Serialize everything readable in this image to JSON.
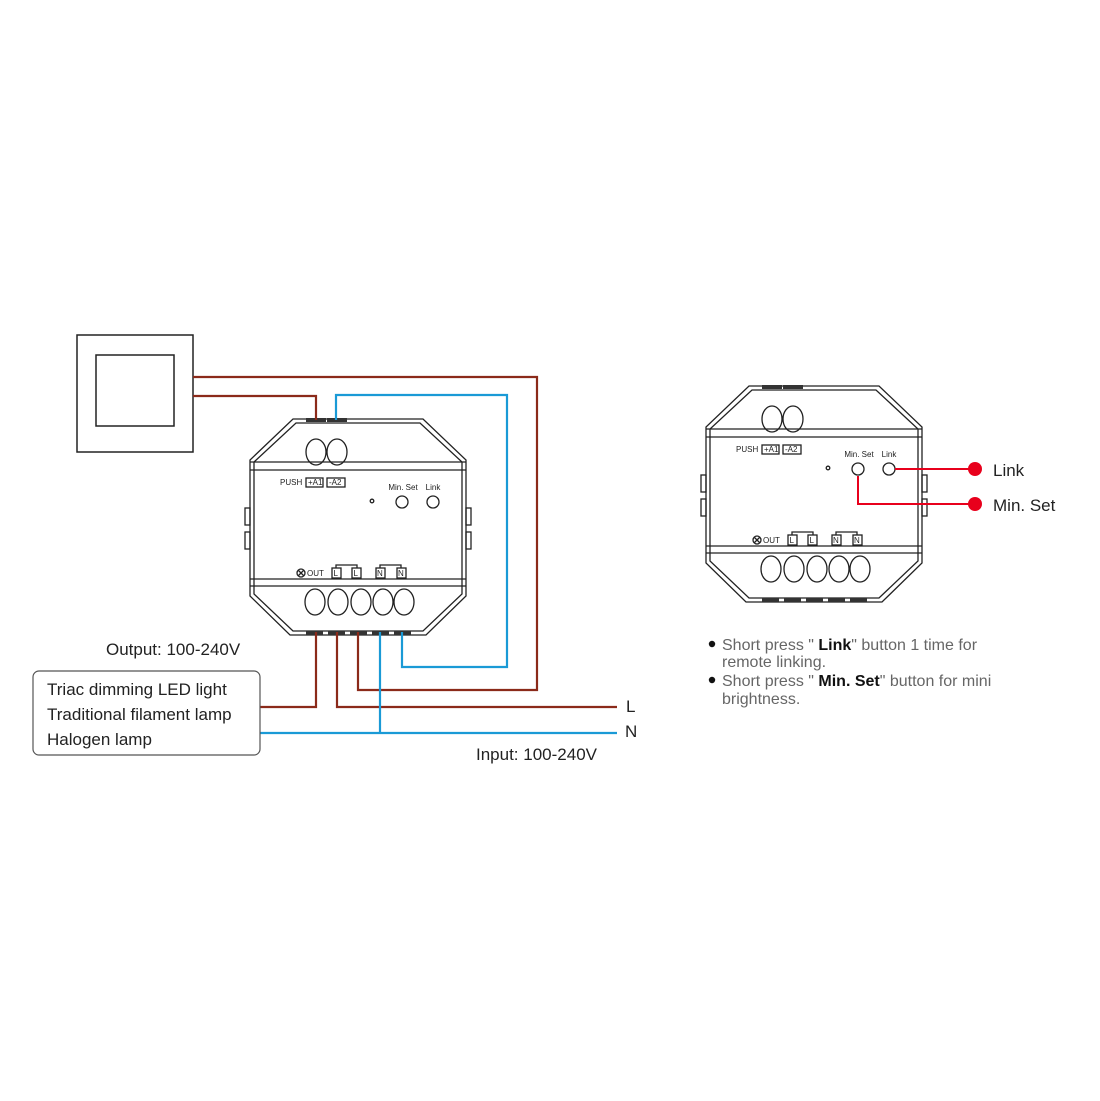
{
  "colors": {
    "live_wire": "#8b2a1a",
    "neutral_wire": "#1a9ad6",
    "callout": "#e8001c"
  },
  "device": {
    "push": "PUSH",
    "a1": "+A1",
    "a2": "-A2",
    "min_set": "Min. Set",
    "link": "Link",
    "out": "OUT",
    "l": "L",
    "n": "N"
  },
  "wiring": {
    "output_label": "Output: 100-240V",
    "input_label": "Input: 100-240V",
    "line_l": "L",
    "line_n": "N",
    "loads": [
      "Triac dimming LED light",
      "Traditional filament lamp",
      "Halogen lamp"
    ]
  },
  "callouts": {
    "link": "Link",
    "min_set": "Min. Set"
  },
  "notes": [
    {
      "pre": "Short press \" ",
      "bold": "Link",
      "post": "\"  button 1 time for",
      "cont": "remote linking."
    },
    {
      "pre": "Short press \" ",
      "bold": "Min. Set",
      "post": "\" button for mini",
      "cont": "brightness."
    }
  ]
}
